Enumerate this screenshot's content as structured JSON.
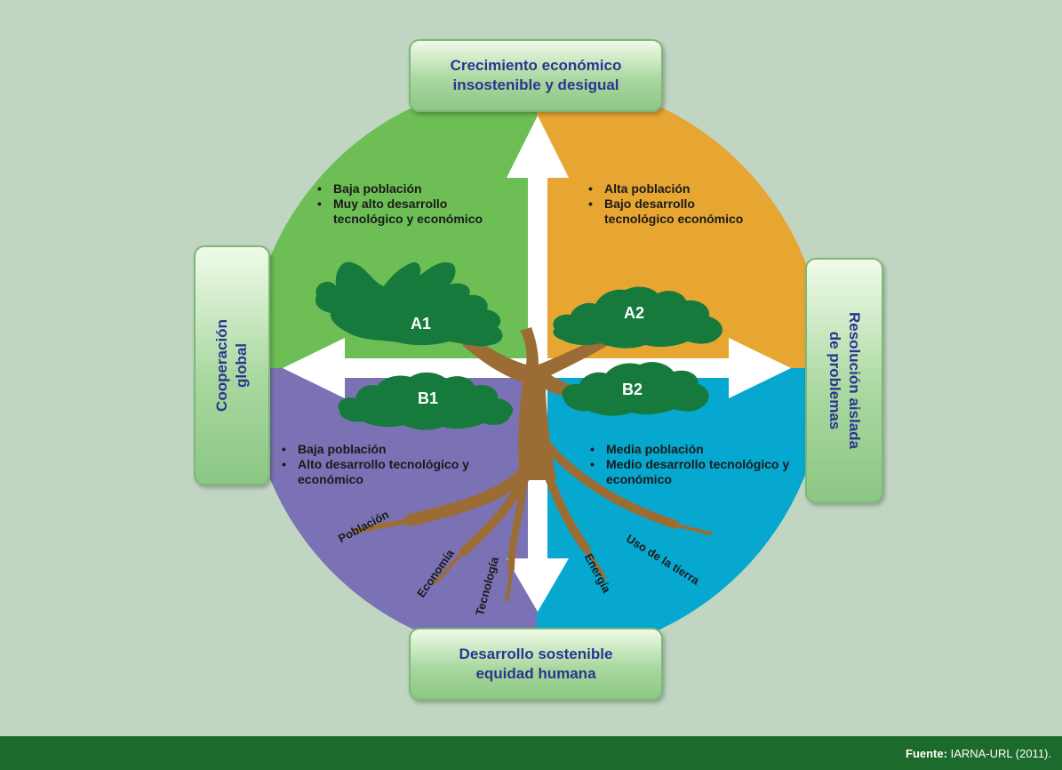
{
  "top_box": {
    "line1": "Crecimiento económico",
    "line2": "insostenible y desigual"
  },
  "bottom_box": {
    "line1": "Desarrollo sostenible",
    "line2": "equidad humana"
  },
  "left_box": {
    "line1": "Cooperación",
    "line2": "global"
  },
  "right_box": {
    "line1": "Resolución aislada",
    "line2": "de problemas"
  },
  "quadrants": {
    "a1": {
      "label": "A1",
      "color": "#6cbe55",
      "bullets": [
        "Baja población",
        "Muy alto desarrollo tecnológico y económico"
      ]
    },
    "a2": {
      "label": "A2",
      "color": "#e7a632",
      "bullets": [
        "Alta población",
        "Bajo desarrollo tecnológico económico"
      ]
    },
    "b1": {
      "label": "B1",
      "color": "#7a72b4",
      "bullets": [
        "Baja población",
        "Alto desarrollo tecnológico y económico"
      ]
    },
    "b2": {
      "label": "B2",
      "color": "#06a8cf",
      "bullets": [
        "Media población",
        "Medio desarrollo tecnológico y económico"
      ]
    }
  },
  "roots": [
    "Población",
    "Economía",
    "Tecnología",
    "Energía",
    "Uso de la tierra"
  ],
  "colors": {
    "tree_foliage": "#177a3d",
    "trunk": "#9b6d34",
    "arrows": "#ffffff",
    "footer": "#1d6b2c",
    "box_text": "#2c3590"
  },
  "footer": {
    "source_label": "Fuente:",
    "source_text": "IARNA-URL (2011)."
  }
}
